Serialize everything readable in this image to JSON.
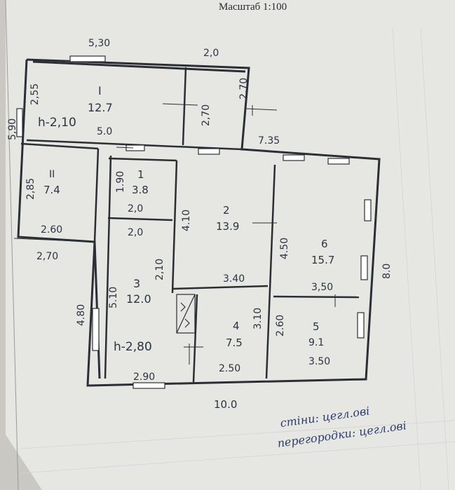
{
  "scale_caption": "Масштаб 1:100",
  "rooms": [
    {
      "number": "I",
      "area": "12.7",
      "height": "h-2,10"
    },
    {
      "number": "II",
      "area": "7.4"
    },
    {
      "number": "1",
      "area": "3.8"
    },
    {
      "number": "2",
      "area": "13.9"
    },
    {
      "number": "3",
      "area": "12.0",
      "height": "h-2,80"
    },
    {
      "number": "4",
      "area": "7.5"
    },
    {
      "number": "5",
      "area": "9.1"
    },
    {
      "number": "6",
      "area": "15.7"
    }
  ],
  "dimensions": {
    "top_left": "5,30",
    "top_mid": "2,0",
    "right_small": "2,70",
    "left_small": "2,55",
    "far_left": "5,90",
    "room_i_width": "5.0",
    "room_i_inner": "2,70",
    "top_right": "7.35",
    "room_ii_height": "2,85",
    "room_ii_width": "2.60",
    "room_ii_outer": "2,70",
    "room_1_height": "1.90",
    "room_1_width": "2,0",
    "room_3_top": "2,0",
    "room_2_height": "4.10",
    "room_3_inner": "2,10",
    "room_2_width": "3.40",
    "room_6_height": "4.50",
    "room_6_width": "3,50",
    "right_overall": "8.0",
    "room_3_height": "5.10",
    "left_overall": "4.80",
    "room_4_height": "3.10",
    "room_5_height": "2.60",
    "room_3_width": "2.90",
    "room_4_width": "2.50",
    "room_5_width": "3.50",
    "bottom_overall": "10.0"
  },
  "note_line1": "стіни: цегл.ові",
  "note_line2": "перегородки: цегл.ові"
}
